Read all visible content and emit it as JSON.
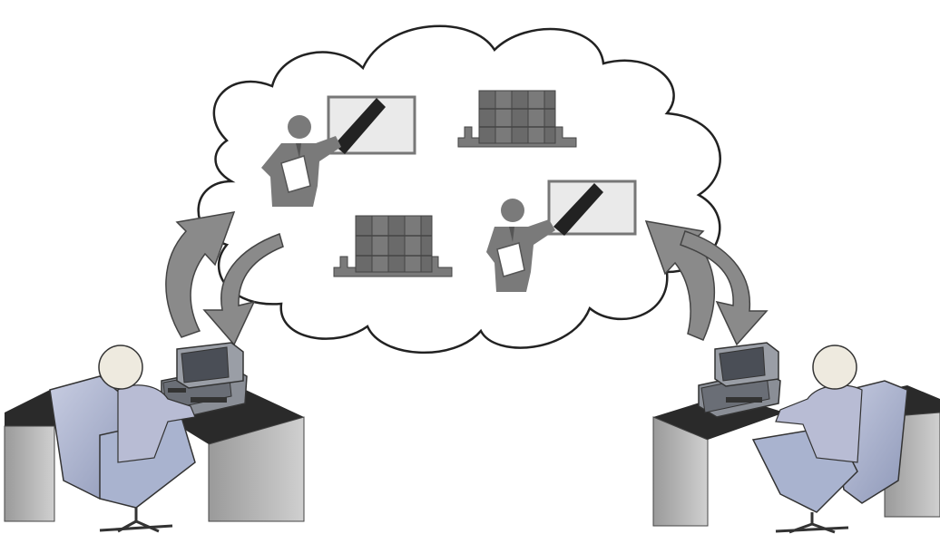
{
  "diagram": {
    "type": "cloud-illustration",
    "cloud": {
      "contents": [
        "presenter-with-board",
        "book-stack",
        "book-stack",
        "presenter-with-board"
      ]
    },
    "users": [
      {
        "side": "left",
        "items": [
          "person",
          "chair",
          "computer",
          "desk"
        ]
      },
      {
        "side": "right",
        "items": [
          "person",
          "chair",
          "computer",
          "desk"
        ]
      }
    ],
    "arrows": [
      {
        "side": "left",
        "direction": "up"
      },
      {
        "side": "left",
        "direction": "down"
      },
      {
        "side": "right",
        "direction": "up"
      },
      {
        "side": "right",
        "direction": "down"
      }
    ]
  },
  "colors": {
    "background": "#ffffff",
    "cloud_outline": "#222222",
    "icon_gray": "#7a7a7a",
    "board_fill": "#eaeaea",
    "pointer": "#222222",
    "arrow_fill": "#8a8a8a",
    "arrow_stroke": "#444444",
    "chair": "#a9b3cf",
    "desk_top": "#2a2a2a",
    "desk_side": "#b8b8b8",
    "head": "#eeeadf",
    "monitor": "#8a8e96"
  }
}
